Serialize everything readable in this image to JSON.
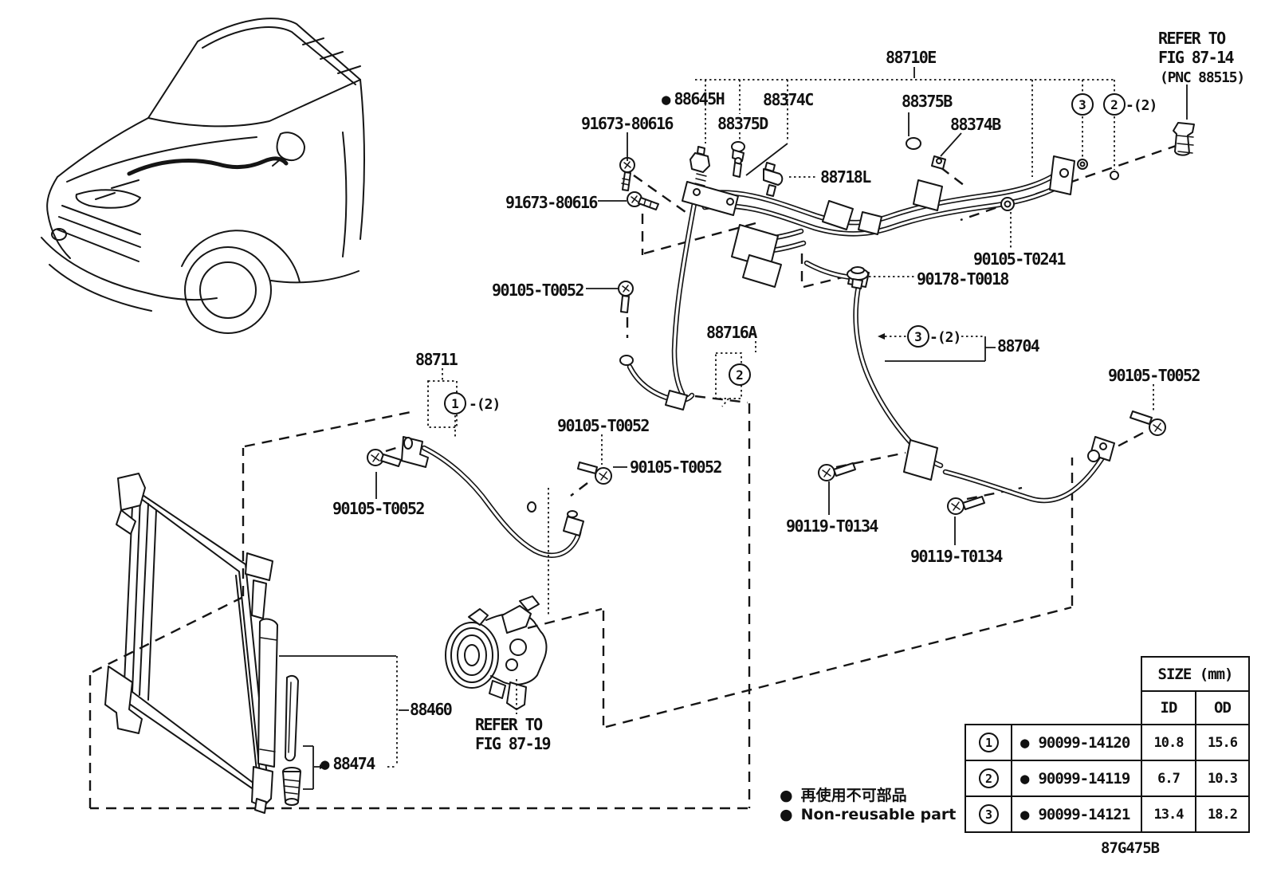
{
  "ui": {
    "bullet": "●"
  },
  "figure": {
    "code": "87G475B"
  },
  "reference_notes": {
    "fig14_line1": "REFER TO",
    "fig14_line2": "FIG 87-14",
    "fig14_line3": "(PNC 88515)",
    "fig19_line1": "REFER TO",
    "fig19_line2": "FIG 87-19"
  },
  "callouts": {
    "c88710e": "88710E",
    "c88645h": "88645H",
    "c88374c": "88374C",
    "c88375b": "88375B",
    "c91673_1": "91673-80616",
    "c88375d": "88375D",
    "c88374b": "88374B",
    "c88718l": "88718L",
    "c91673_2": "91673-80616",
    "c90105t0241": "90105-T0241",
    "c90178t0018": "90178-T0018",
    "c90105_1": "90105-T0052",
    "c88716a": "88716A",
    "c88704": "88704",
    "c88711": "88711",
    "c90105_2": "90105-T0052",
    "c90105_3": "90105-T0052",
    "c90105_4": "90105-T0052",
    "c90105_5": "90105-T0052",
    "c90119_1": "90119-T0134",
    "c90119_2": "90119-T0134",
    "c88460": "88460",
    "c88474": "88474",
    "qty_1": "-(2)",
    "qty_2": "-(2)",
    "qty_3": "-(2)",
    "ref_1": "1",
    "ref_2": "2",
    "ref_3": "3",
    "ref_2b": "2",
    "ref_3b": "3"
  },
  "legend": {
    "jp": "再使用不可部品",
    "en": "Non-reusable part"
  },
  "size_table": {
    "title": "SIZE (mm)",
    "col_id": "ID",
    "col_od": "OD",
    "rows": [
      {
        "ref": "1",
        "part": "90099-14120",
        "id_mm": "10.8",
        "od_mm": "15.6"
      },
      {
        "ref": "2",
        "part": "90099-14119",
        "id_mm": "6.7",
        "od_mm": "10.3"
      },
      {
        "ref": "3",
        "part": "90099-14121",
        "id_mm": "13.4",
        "od_mm": "18.2"
      }
    ]
  }
}
